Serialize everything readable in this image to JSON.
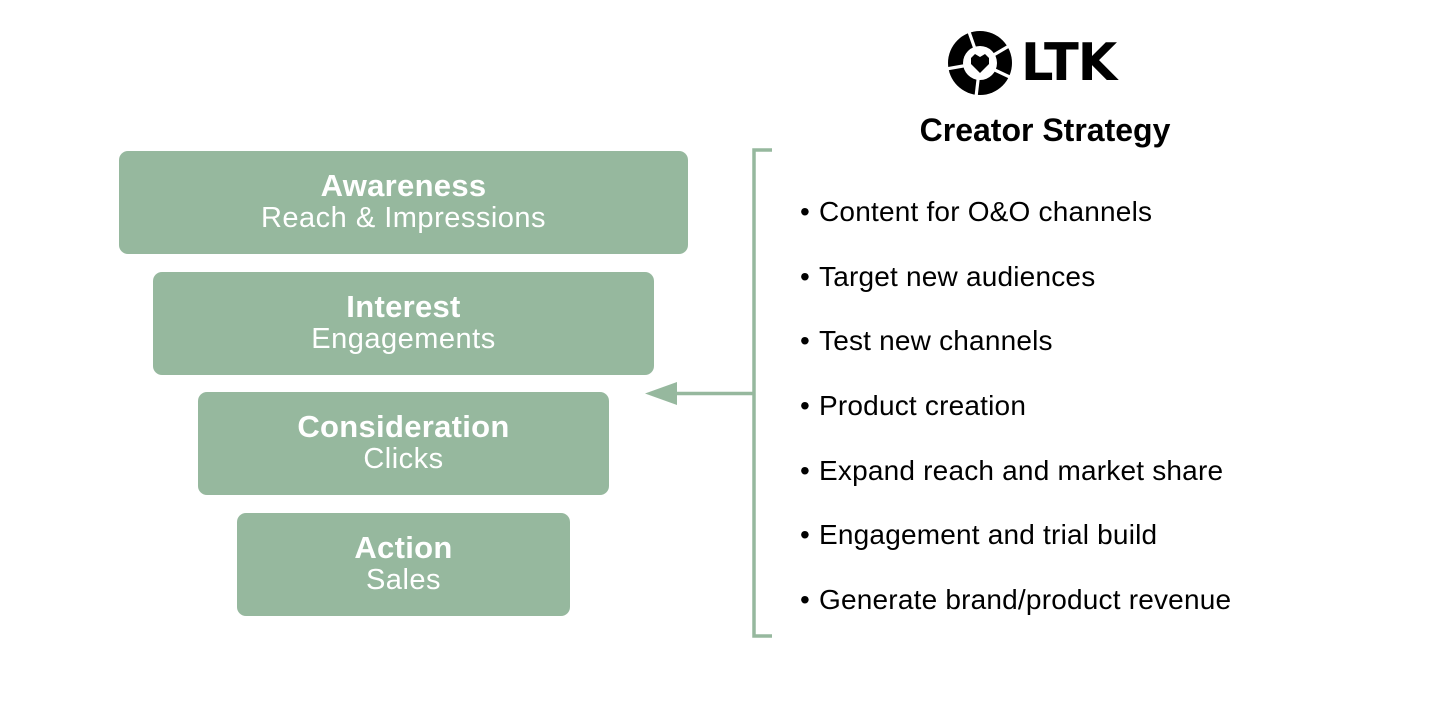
{
  "brand": {
    "logo_icon": "ltk-heart-ring-icon",
    "name": "LTK"
  },
  "heading": "Creator Strategy",
  "colors": {
    "stage_fill": "#96b89e",
    "stage_text": "#ffffff",
    "connector": "#96b89e",
    "text": "#000000"
  },
  "funnel": [
    {
      "title": "Awareness",
      "metric": "Reach & Impressions"
    },
    {
      "title": "Interest",
      "metric": "Engagements"
    },
    {
      "title": "Consideration",
      "metric": "Clicks"
    },
    {
      "title": "Action",
      "metric": "Sales"
    }
  ],
  "strategy_items": [
    "Content for O&O channels",
    "Target new audiences",
    "Test new channels",
    "Product creation",
    "Expand reach and market share",
    "Engagement and trial build",
    "Generate brand/product revenue"
  ],
  "bullet_glyph": "•",
  "connector": {
    "type": "bracket-with-arrow",
    "arrow_direction": "left"
  }
}
